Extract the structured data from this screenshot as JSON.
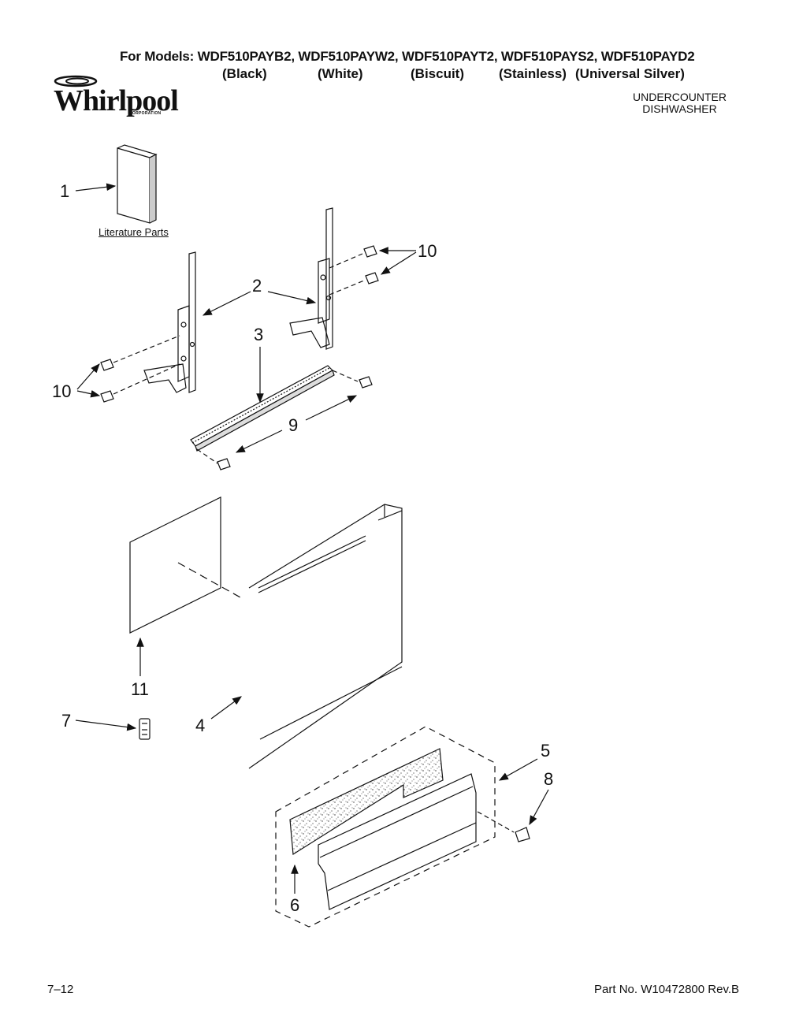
{
  "header": {
    "models_line": "For Models: WDF510PAYB2, WDF510PAYW2, WDF510PAYT2, WDF510PAYS2, WDF510PAYD2",
    "colors": [
      "(Black)",
      "(White)",
      "(Biscuit)",
      "(Stainless)",
      "(Universal Silver)"
    ],
    "brand": "Whirlpool",
    "brand_sub": "CORPORATION",
    "product_type_line1": "UNDERCOUNTER",
    "product_type_line2": "DISHWASHER"
  },
  "diagram": {
    "literature_label": "Literature Parts",
    "callouts": [
      "1",
      "2",
      "3",
      "4",
      "5",
      "6",
      "7",
      "8",
      "9",
      "10",
      "10",
      "11"
    ]
  },
  "footer": {
    "page": "7–12",
    "part_no": "Part No. W10472800 Rev.B"
  }
}
